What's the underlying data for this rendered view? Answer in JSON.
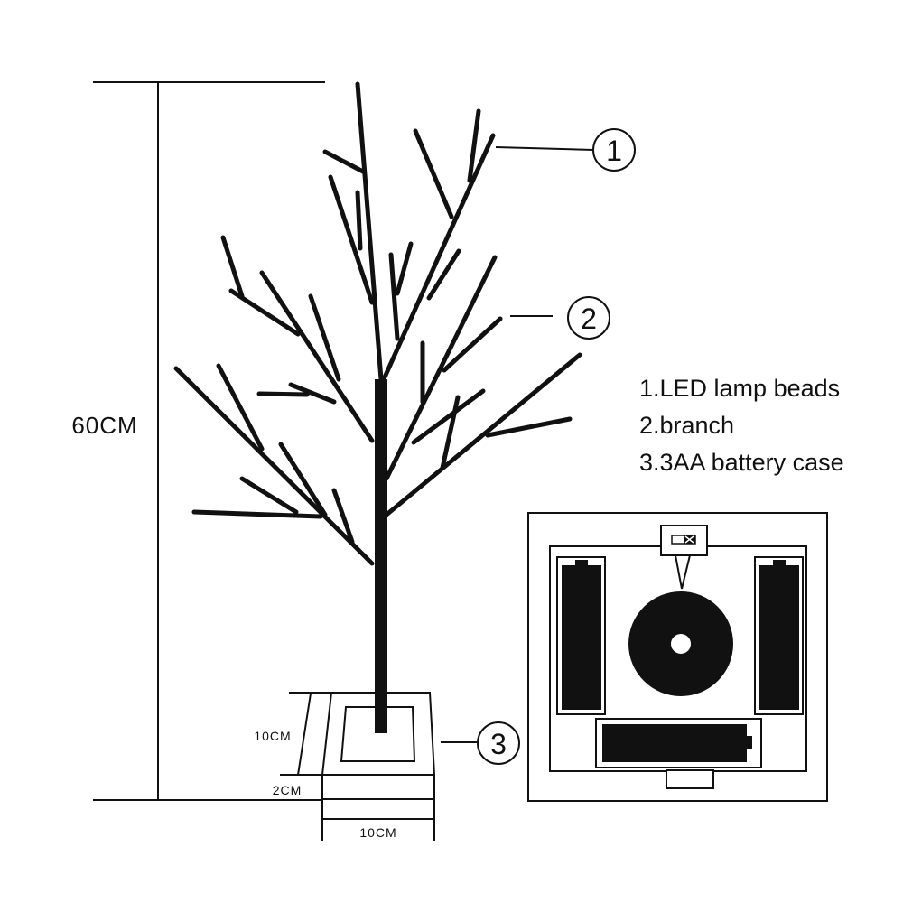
{
  "dimensions": {
    "height": "60CM",
    "base_height": "10CM",
    "base_thickness": "2CM",
    "base_width": "10CM"
  },
  "callouts": [
    "1",
    "2",
    "3"
  ],
  "legend": [
    "1.LED lamp beads",
    "2.branch",
    "3.3AA battery case"
  ]
}
